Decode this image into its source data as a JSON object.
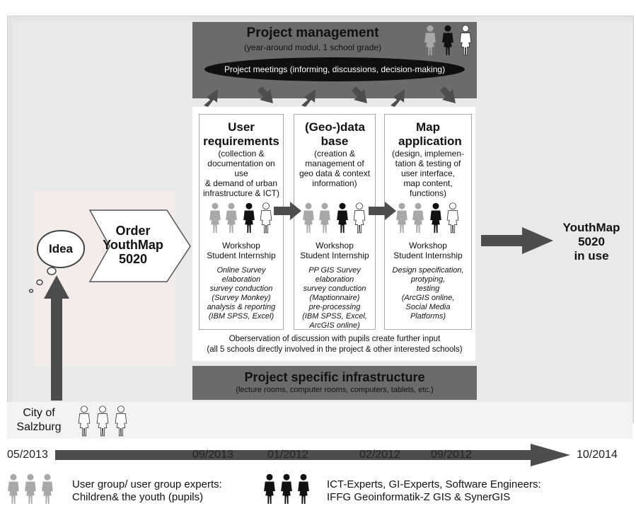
{
  "management": {
    "title": "Project management",
    "subtitle": "(year-around modul, 1 school grade)",
    "meetings": "Project meetings (informing, discussions, decision-making)"
  },
  "columns": [
    {
      "title": "User requirements",
      "description": [
        "(collection &",
        "documentation on",
        "use",
        "& demand of urban",
        "infrastructure & ICT)"
      ],
      "workshop": [
        "Workshop",
        "Student Internship"
      ],
      "methods": [
        "Online Survey",
        "elaboration",
        "survey conduction",
        "(Survey Monkey)",
        "analysis & reporting",
        "(IBM SPSS, Excel)"
      ]
    },
    {
      "title": "(Geo-)data base",
      "description": [
        "(creation &",
        "management of",
        "geo data & context",
        "information)"
      ],
      "workshop": [
        "Workshop",
        "Student Internship"
      ],
      "methods": [
        "PP GIS Survey",
        "elaboration",
        "survey conduction",
        "(Maptionnaire)",
        "pre-processing",
        "(IBM SPSS, Excel,",
        "ArcGIS online)"
      ]
    },
    {
      "title": "Map application",
      "description": [
        "(design, implemen-",
        "tation  & testing of",
        "user interface,",
        "map content,",
        "functions)"
      ],
      "workshop": [
        "Workshop",
        "Student Internship"
      ],
      "methods": [
        "Design specification,",
        "protyping,",
        "testing",
        "(ArcGIS online,",
        "Social Media",
        "Platforms)"
      ]
    }
  ],
  "observation": [
    "Oberservation of discussion with pupils create further input",
    "(all 5 schools directly  involved in the project & other interested schools)"
  ],
  "infrastructure": {
    "title": "Project specific infrastructure",
    "subtitle": "(lecture rooms, computer rooms, computers, tablets, etc.)"
  },
  "idea": "Idea",
  "order": [
    "Order",
    "YouthMap",
    "5020"
  ],
  "result": [
    "YouthMap",
    "5020",
    "in use"
  ],
  "city": [
    "City of",
    "Salzburg"
  ],
  "timeline": {
    "start": "05/2013",
    "marks": [
      "09/2013",
      "01/2012",
      "02/2012",
      "09/2012"
    ],
    "end": "10/2014"
  },
  "legend": {
    "users": [
      "User group/ user group experts:",
      "Children& the youth (pupils)"
    ],
    "experts": [
      "ICT-Experts, GI-Experts, Software Engineers:",
      "IFFG Geoinformatik-Z  GIS & SynerGIS"
    ]
  },
  "colors": {
    "dark_box": "#6b6b6b",
    "arrow": "#4d4d4d",
    "gray_person": "#a8a8a8",
    "black_person": "#111111",
    "white_person": "#ffffff"
  },
  "icons": {
    "person": "person-figure-icon"
  }
}
